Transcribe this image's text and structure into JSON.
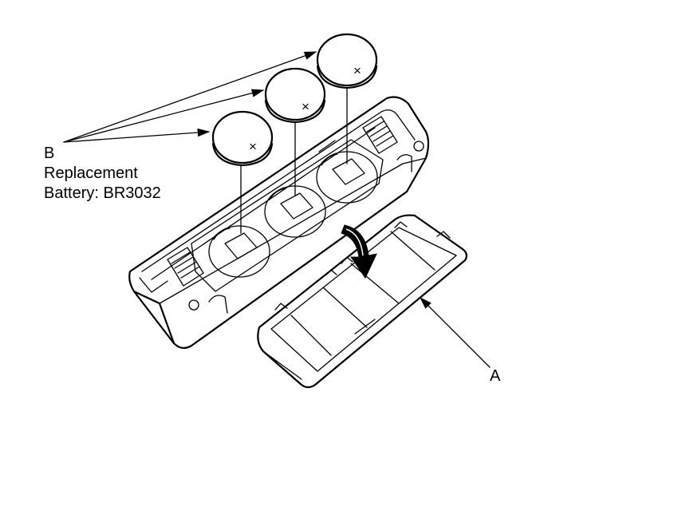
{
  "labels": {
    "battery_label": "B",
    "battery_line1": "Replacement",
    "battery_line2": "Battery: BR3032",
    "cover_label": "A"
  },
  "battery": {
    "count": 3,
    "polarity_mark": "×"
  }
}
